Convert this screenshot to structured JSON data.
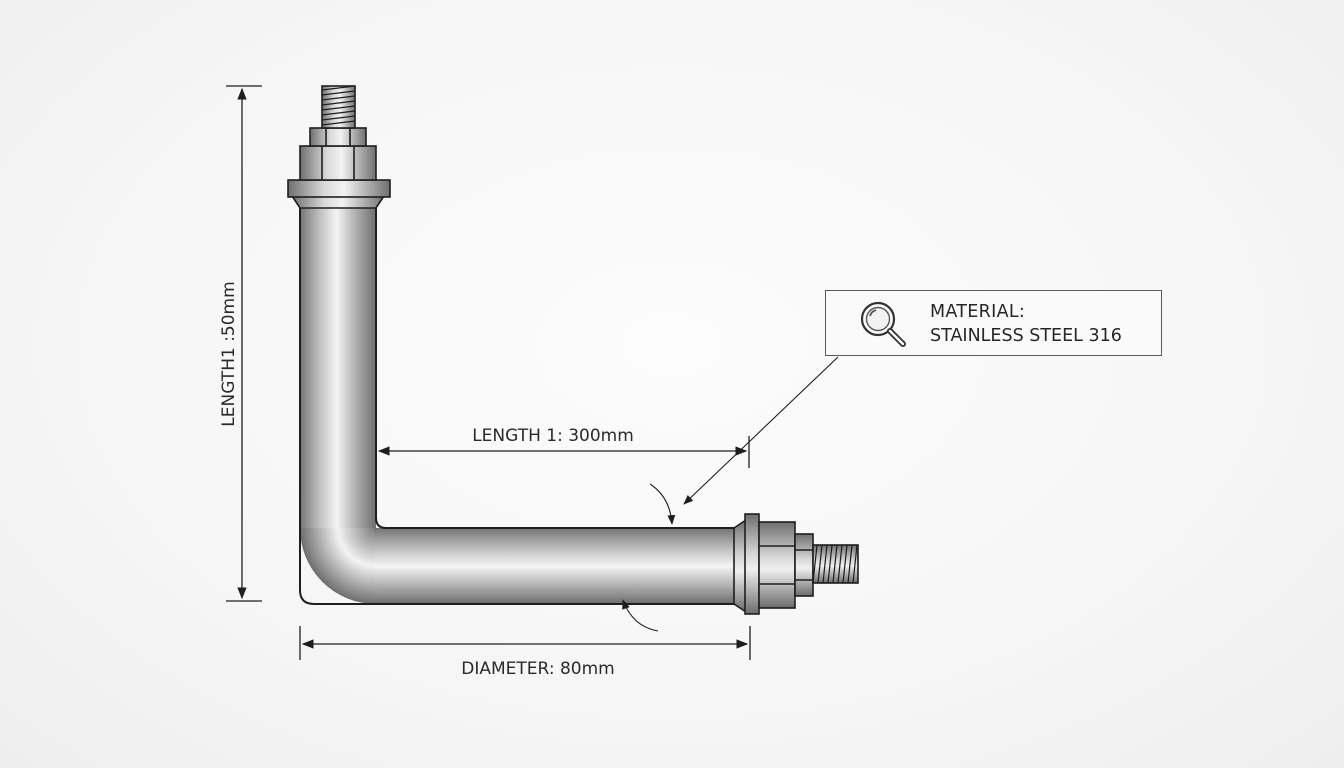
{
  "dimensions": {
    "vertical_length_label": "LENGTH1 :50mm",
    "horizontal_length_label": "LENGTH 1: 300mm",
    "diameter_label": "DIAMETER: 80mm"
  },
  "material_callout": {
    "title": "MATERIAL:",
    "value": "STAINLESS STEEL 316",
    "icon": "magnifier-icon"
  },
  "colors": {
    "line": "#1e1e1e",
    "steel_dark": "#7d7d7d",
    "steel_light": "#f4f4f4"
  }
}
